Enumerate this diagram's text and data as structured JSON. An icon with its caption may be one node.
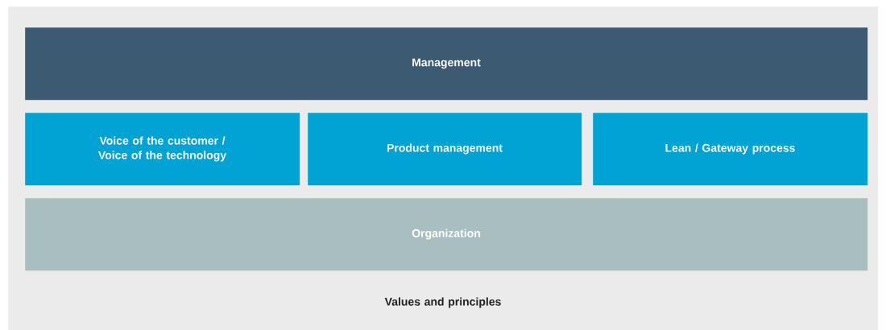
{
  "diagram": {
    "nodes": [
      {
        "text": [
          "Values and principles"
        ]
      },
      {
        "text": [
          "Management"
        ],
        "in": 0
      },
      {
        "text": [
          "Voice of the customer / Voice of the technology"
        ],
        "in": 0
      },
      {
        "text": [
          "Product management"
        ],
        "in": 0
      },
      {
        "text": [
          "Lean / Gateway process"
        ],
        "in": 0
      },
      {
        "text": [
          "Organization"
        ],
        "in": 0
      }
    ]
  }
}
